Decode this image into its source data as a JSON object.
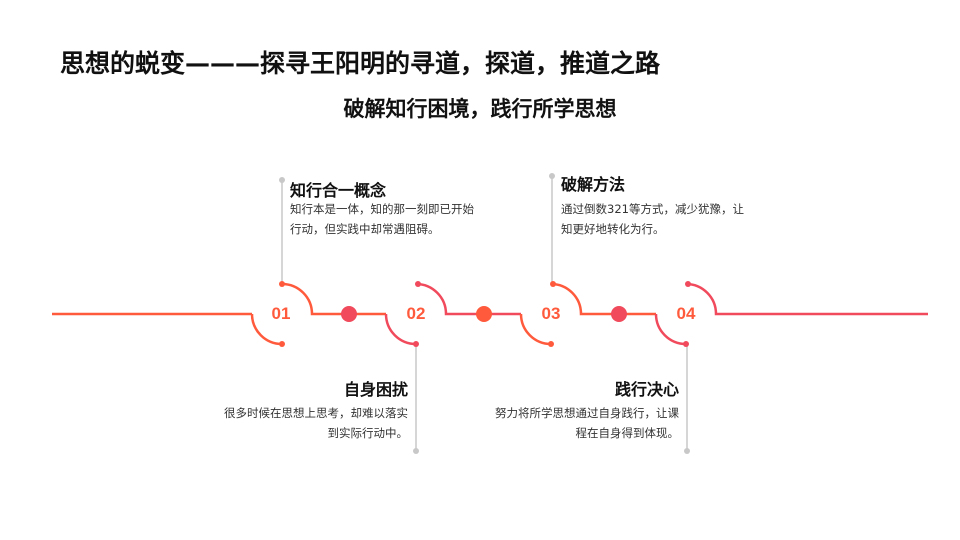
{
  "title": "思想的蜕变———探寻王阳明的寻道，探道，推道之路",
  "subtitle": "破解知行困境，践行所学思想",
  "colors": {
    "orange": "#ff5a3c",
    "red": "#f04a5c",
    "gray": "#c8c8c8"
  },
  "steps": [
    {
      "num": "01",
      "heading": "知行合一概念",
      "text": "知行本是一体，知的那一刻即已开始行动，但实践中却常遇阻碍。"
    },
    {
      "num": "02",
      "heading": "自身困扰",
      "text": "很多时候在思想上思考，却难以落实到实际行动中。"
    },
    {
      "num": "03",
      "heading": "破解方法",
      "text": "通过倒数321等方式，减少犹豫，让知更好地转化为行。"
    },
    {
      "num": "04",
      "heading": "践行决心",
      "text": "努力将所学思想通过自身践行，让课程在自身得到体现。"
    }
  ]
}
